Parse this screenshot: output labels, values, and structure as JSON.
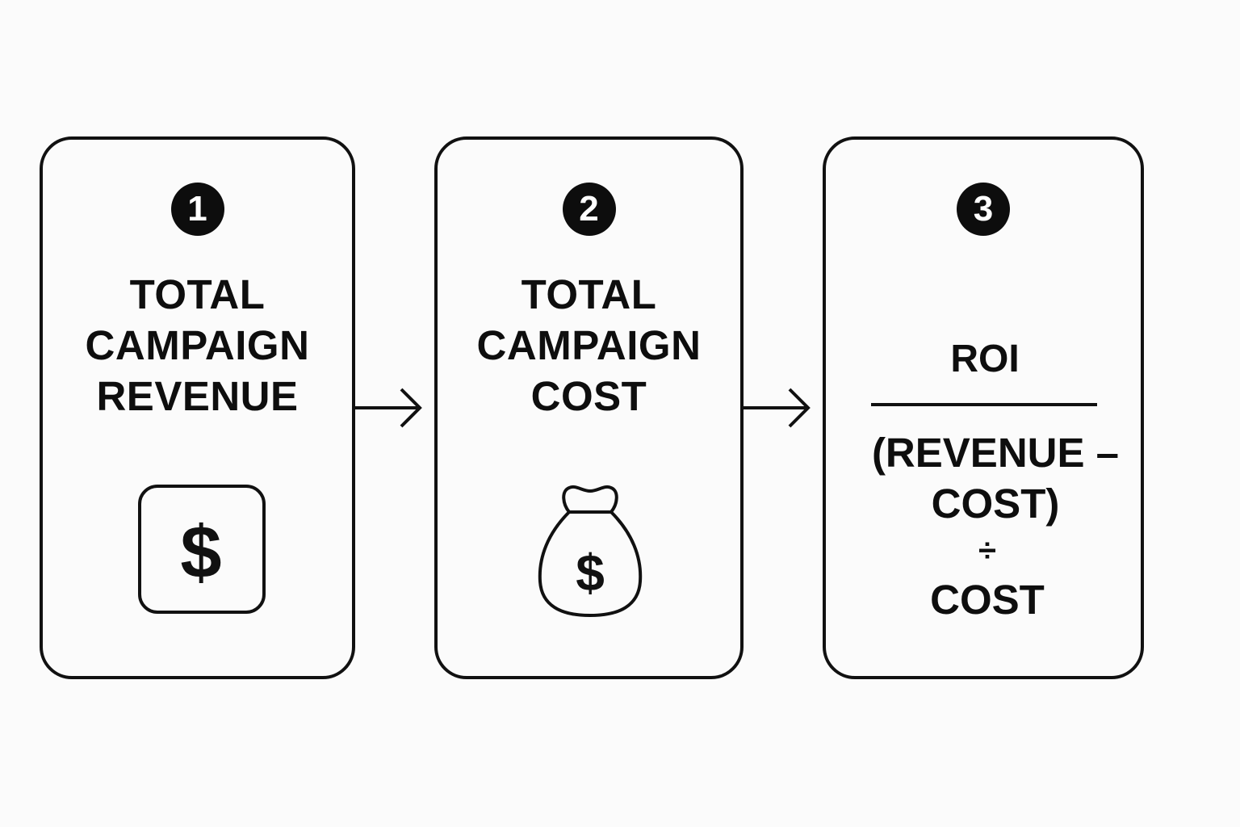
{
  "steps": [
    {
      "number": "1",
      "title_lines": [
        "TOTAL",
        "CAMPAIGN",
        "REVENUE"
      ],
      "icon": "dollar-square-icon"
    },
    {
      "number": "2",
      "title_lines": [
        "TOTAL",
        "CAMPAIGN",
        "COST"
      ],
      "icon": "money-bag-icon"
    },
    {
      "number": "3",
      "label": "ROI",
      "formula_lines": [
        "(REVENUE –",
        "COST)",
        "÷",
        "COST"
      ]
    }
  ],
  "icon_glyphs": {
    "dollar": "$"
  },
  "colors": {
    "stroke": "#111111",
    "badge": "#0d0d0d",
    "background": "#fbfbfb"
  }
}
